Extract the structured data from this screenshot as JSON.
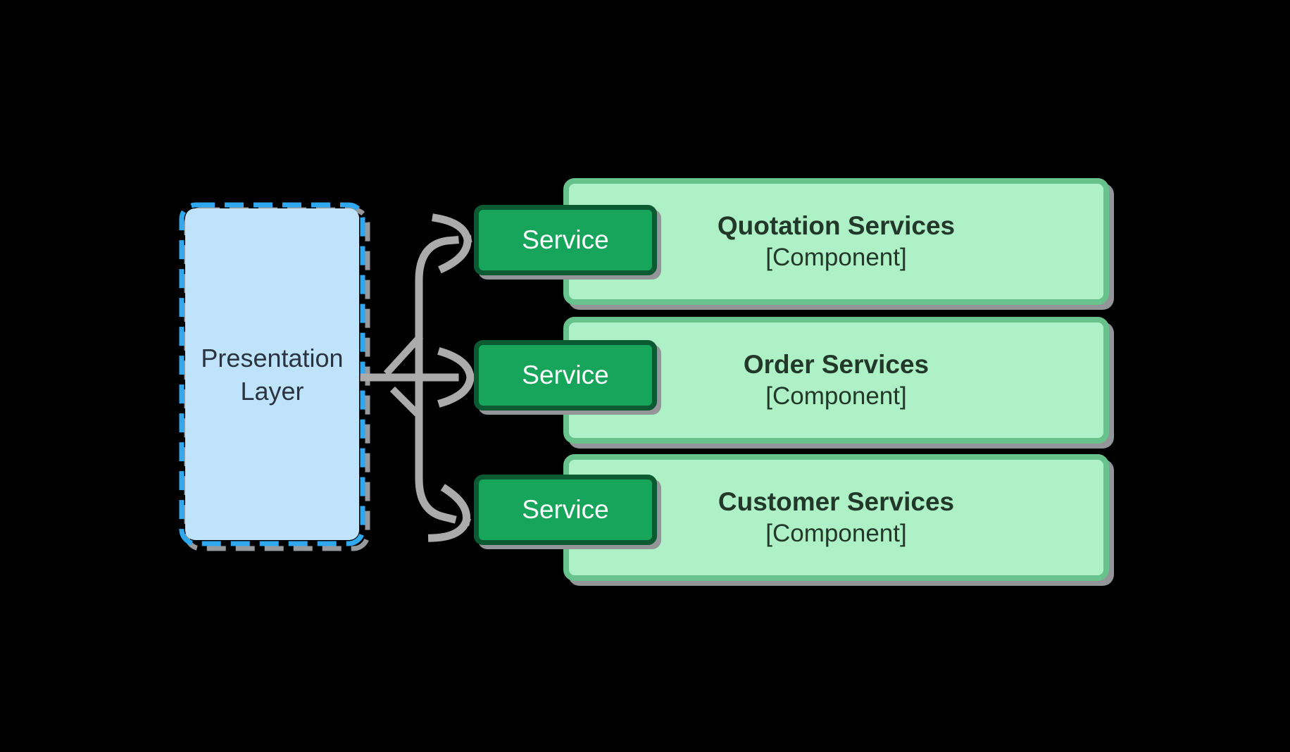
{
  "diagram": {
    "background_color": "#000000",
    "presentation_layer": {
      "label_line1": "Presentation",
      "label_line2": "Layer",
      "fill": "#BFE3FA",
      "border_color": "#2FA8EF",
      "text_color": "#2A3440",
      "border_style": "dashed"
    },
    "service_nodes": [
      {
        "label": "Service"
      },
      {
        "label": "Service"
      },
      {
        "label": "Service"
      }
    ],
    "service_style": {
      "fill": "#17A45B",
      "border_color": "#0B5A31",
      "text_color": "#FFFFFF"
    },
    "component_nodes": [
      {
        "title": "Quotation Services",
        "subtitle": "[Component]"
      },
      {
        "title": "Order Services",
        "subtitle": "[Component]"
      },
      {
        "title": "Customer Services",
        "subtitle": "[Component]"
      }
    ],
    "component_style": {
      "fill": "#AFF1C7",
      "border_color": "#67C28C",
      "text_color": "#223829"
    },
    "connector": {
      "color": "#ABABAB",
      "shadow_color": "#939598",
      "from": "Presentation Layer",
      "to": [
        "Service",
        "Service",
        "Service"
      ],
      "style": "sketch"
    }
  }
}
